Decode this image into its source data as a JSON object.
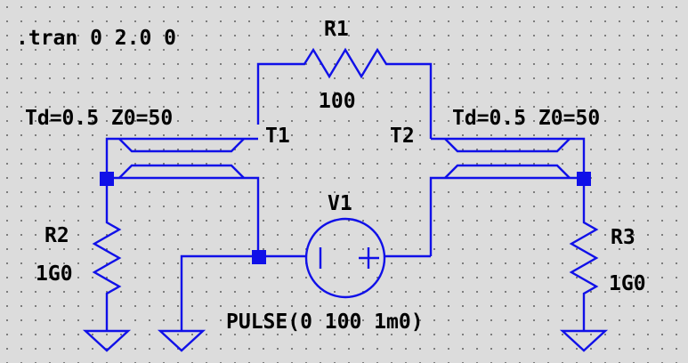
{
  "directive": ".tran 0 2.0 0",
  "components": {
    "r1": {
      "name": "R1",
      "value": "100"
    },
    "r2": {
      "name": "R2",
      "value": "1G0"
    },
    "r3": {
      "name": "R3",
      "value": "1G0"
    },
    "t1": {
      "name": "T1",
      "params": "Td=0.5 Z0=50"
    },
    "t2": {
      "name": "T2",
      "params": "Td=0.5 Z0=50"
    },
    "v1": {
      "name": "V1",
      "source": "PULSE(0 100 1m0)"
    }
  },
  "colors": {
    "wire": "#1010e8",
    "background": "#dcdcdc",
    "grid_dot": "#6e6e6e",
    "text": "#000000"
  }
}
